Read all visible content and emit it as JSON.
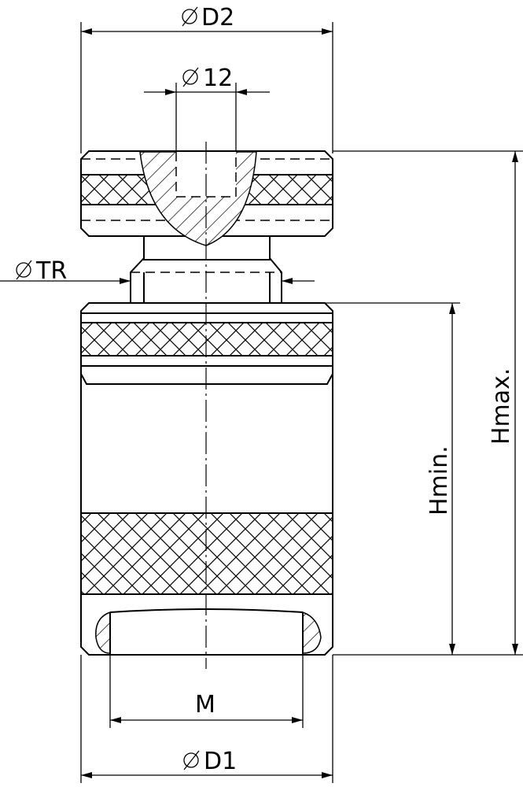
{
  "labels": {
    "d2": "D2",
    "d12": "12",
    "tr": "TR",
    "hmax": "Hmax.",
    "hmin": "Hmin.",
    "m": "M",
    "d1": "D1"
  },
  "diameter_symbol": "⌀"
}
